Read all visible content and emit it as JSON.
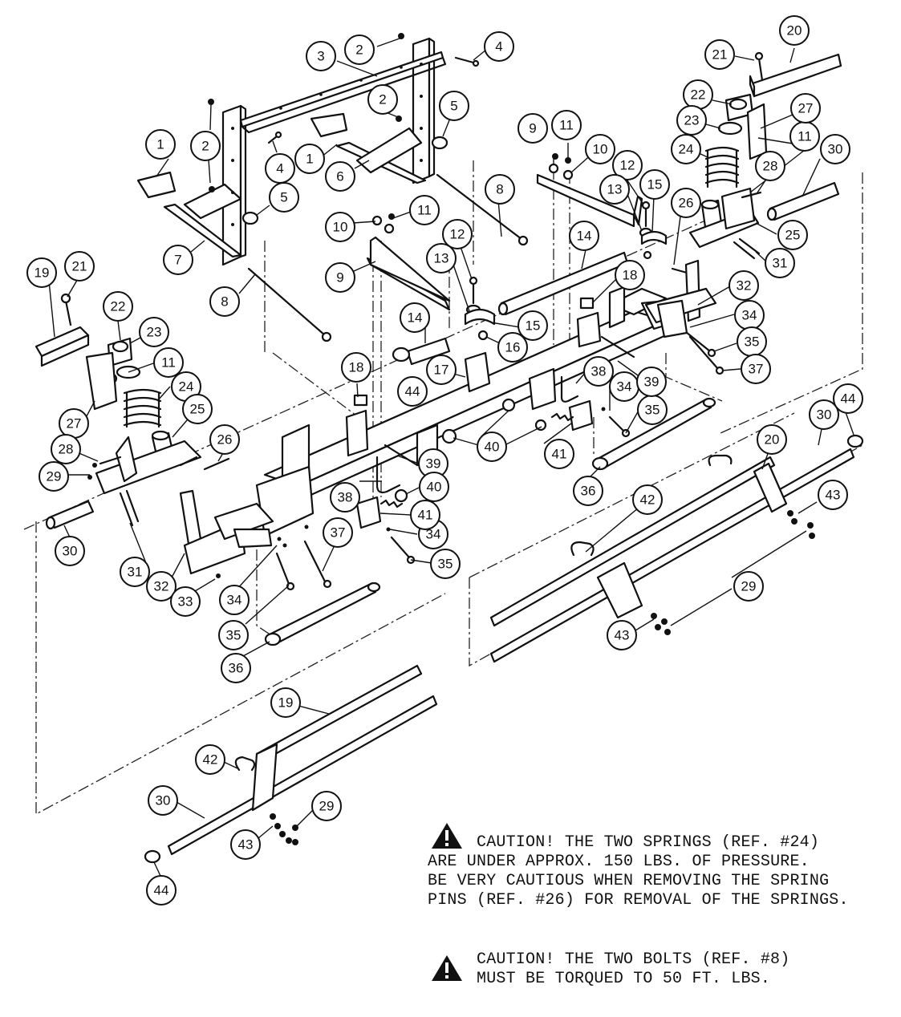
{
  "callouts": [
    "1",
    "2",
    "3",
    "4",
    "5",
    "6",
    "7",
    "8",
    "9",
    "10",
    "11",
    "12",
    "13",
    "14",
    "15",
    "16",
    "17",
    "18",
    "19",
    "20",
    "21",
    "22",
    "23",
    "24",
    "25",
    "26",
    "27",
    "28",
    "29",
    "30",
    "31",
    "32",
    "33",
    "34",
    "35",
    "36",
    "37",
    "38",
    "39",
    "40",
    "41",
    "42",
    "43",
    "44"
  ],
  "cautions": [
    {
      "icon": "warning-triangle-icon",
      "lines": [
        "CAUTION! THE TWO SPRINGS (REF. #24)",
        "ARE UNDER APPROX. 150 LBS. OF PRESSURE.",
        "BE VERY CAUTIOUS WHEN REMOVING THE SPRING",
        "PINS (REF. #26) FOR REMOVAL OF THE SPRINGS."
      ]
    },
    {
      "icon": "warning-triangle-icon",
      "lines": [
        "CAUTION! THE TWO BOLTS (REF. #8)",
        "MUST BE TORQUED TO 50 FT. LBS."
      ]
    }
  ]
}
